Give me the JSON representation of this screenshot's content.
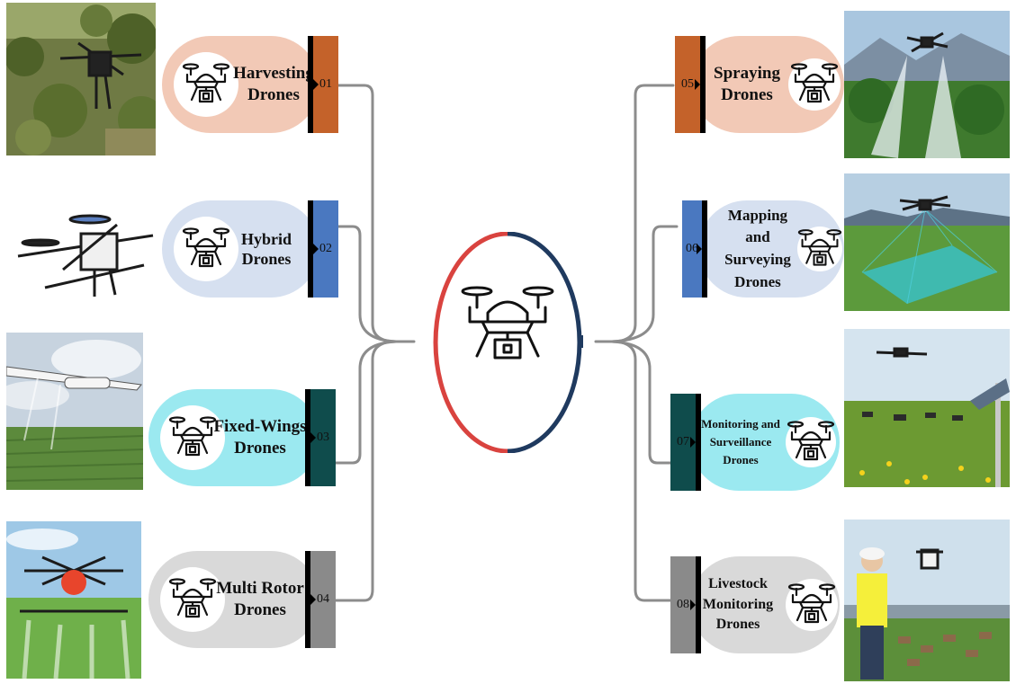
{
  "center": {
    "icon": "agricultural-drone-icon",
    "colors": {
      "left": "#d9433f",
      "right": "#1f3a5f"
    }
  },
  "items": [
    {
      "number": "01",
      "lines": [
        "Harvesting",
        "Drones"
      ],
      "icon": "drone-icon",
      "pill_color": "#f2c9b6",
      "accent": "#c4622a",
      "photo": "harvesting-drone-orchard"
    },
    {
      "number": "02",
      "lines": [
        "Hybrid",
        "Drones"
      ],
      "icon": "drone-icon",
      "pill_color": "#d6e0f0",
      "accent": "#4a78c0",
      "photo": "hybrid-vtol-drone"
    },
    {
      "number": "03",
      "lines": [
        "Fixed-Wings",
        "Drones"
      ],
      "icon": "drone-icon",
      "pill_color": "#9be9f0",
      "accent": "#0f4c4c",
      "photo": "fixed-wing-spraying-field"
    },
    {
      "number": "04",
      "lines": [
        "Multi Rotor",
        "Drones"
      ],
      "icon": "drone-icon",
      "pill_color": "#d9d9d9",
      "accent": "#8a8a8a",
      "photo": "multirotor-spraying-crop"
    },
    {
      "number": "05",
      "lines": [
        "Spraying",
        "Drones"
      ],
      "icon": "drone-icon",
      "pill_color": "#f2c9b6",
      "accent": "#c4622a",
      "photo": "spraying-drone-trees"
    },
    {
      "number": "06",
      "lines": [
        "Mapping",
        "and",
        "Surveying",
        "Drones"
      ],
      "icon": "drone-icon",
      "pill_color": "#d6e0f0",
      "accent": "#4a78c0",
      "photo": "mapping-drone-field-grid"
    },
    {
      "number": "07",
      "lines": [
        "Monitoring and",
        "Surveillance",
        "Drones"
      ],
      "icon": "drone-icon",
      "pill_color": "#9be9f0",
      "accent": "#0f4c4c",
      "photo": "monitoring-drone-cattle"
    },
    {
      "number": "08",
      "lines": [
        "Livestock",
        "Monitoring",
        "Drones"
      ],
      "icon": "drone-icon",
      "pill_color": "#d9d9d9",
      "accent": "#8a8a8a",
      "photo": "livestock-drone-operator"
    }
  ]
}
